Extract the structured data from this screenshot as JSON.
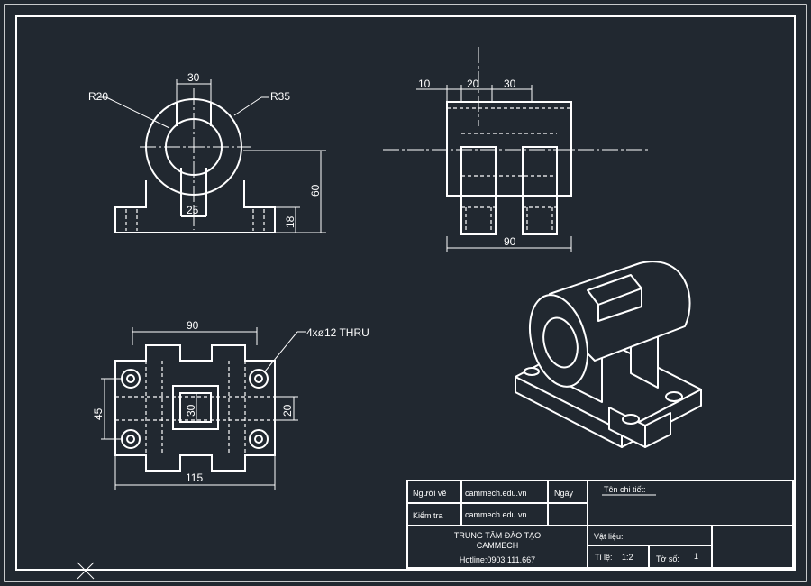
{
  "colors": {
    "background": "#212830",
    "lines": "#ffffff"
  },
  "views": {
    "front": {
      "d_top_width": "30",
      "r_inner": "R20",
      "r_outer": "R35",
      "d_slot": "25",
      "d_height": "60",
      "d_base": "18"
    },
    "side": {
      "d_a": "10",
      "d_b": "20",
      "d_c": "30",
      "d_width": "90"
    },
    "top": {
      "d_width_top": "90",
      "d_width_bottom": "115",
      "d_depth_left": "45",
      "d_depth_right": "20",
      "d_inner": "30",
      "hole_note": "4xø12 THRU"
    }
  },
  "title_block": {
    "drawn_by_label": "Người vẽ",
    "drawn_by_value": "cammech.edu.vn",
    "date_label": "Ngày",
    "part_name_label": "Tên chi tiết:",
    "checked_by_label": "Kiểm tra",
    "checked_by_value": "cammech.edu.vn",
    "org_line1": "TRUNG TÂM ĐÀO TẠO",
    "org_line2": "CAMMECH",
    "hotline": "Hotline:0903.111.667",
    "material_label": "Vật liệu:",
    "scale_label": "Tỉ lệ:",
    "scale_value": "1:2",
    "sheet_label": "Tờ số:",
    "sheet_value": "1"
  }
}
